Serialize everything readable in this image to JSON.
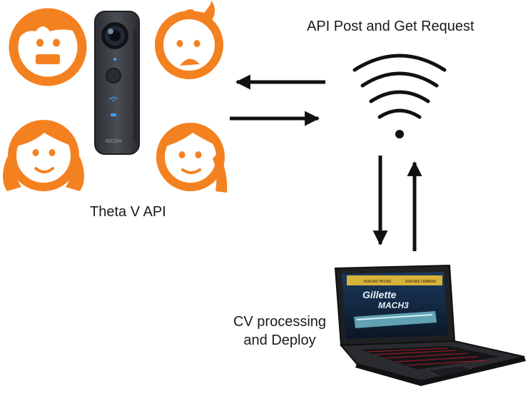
{
  "labels": {
    "api_request": "API Post and Get Request",
    "theta_api": "Theta V API",
    "cv_line1": "CV processing",
    "cv_line2": "and Deploy"
  },
  "camera": {
    "brand": "RICOH"
  },
  "screen_ad": {
    "brand": "Gillette",
    "product": "MACH3",
    "tag_left": "NUEVAS HOJAS",
    "tag_right": "NUEVAS LÁMINAS"
  },
  "colors": {
    "face_orange": "#f48120",
    "arrow": "#111111",
    "camera_body": "#3b3e42",
    "laptop_body": "#222325",
    "accent_red": "#c0182b"
  }
}
